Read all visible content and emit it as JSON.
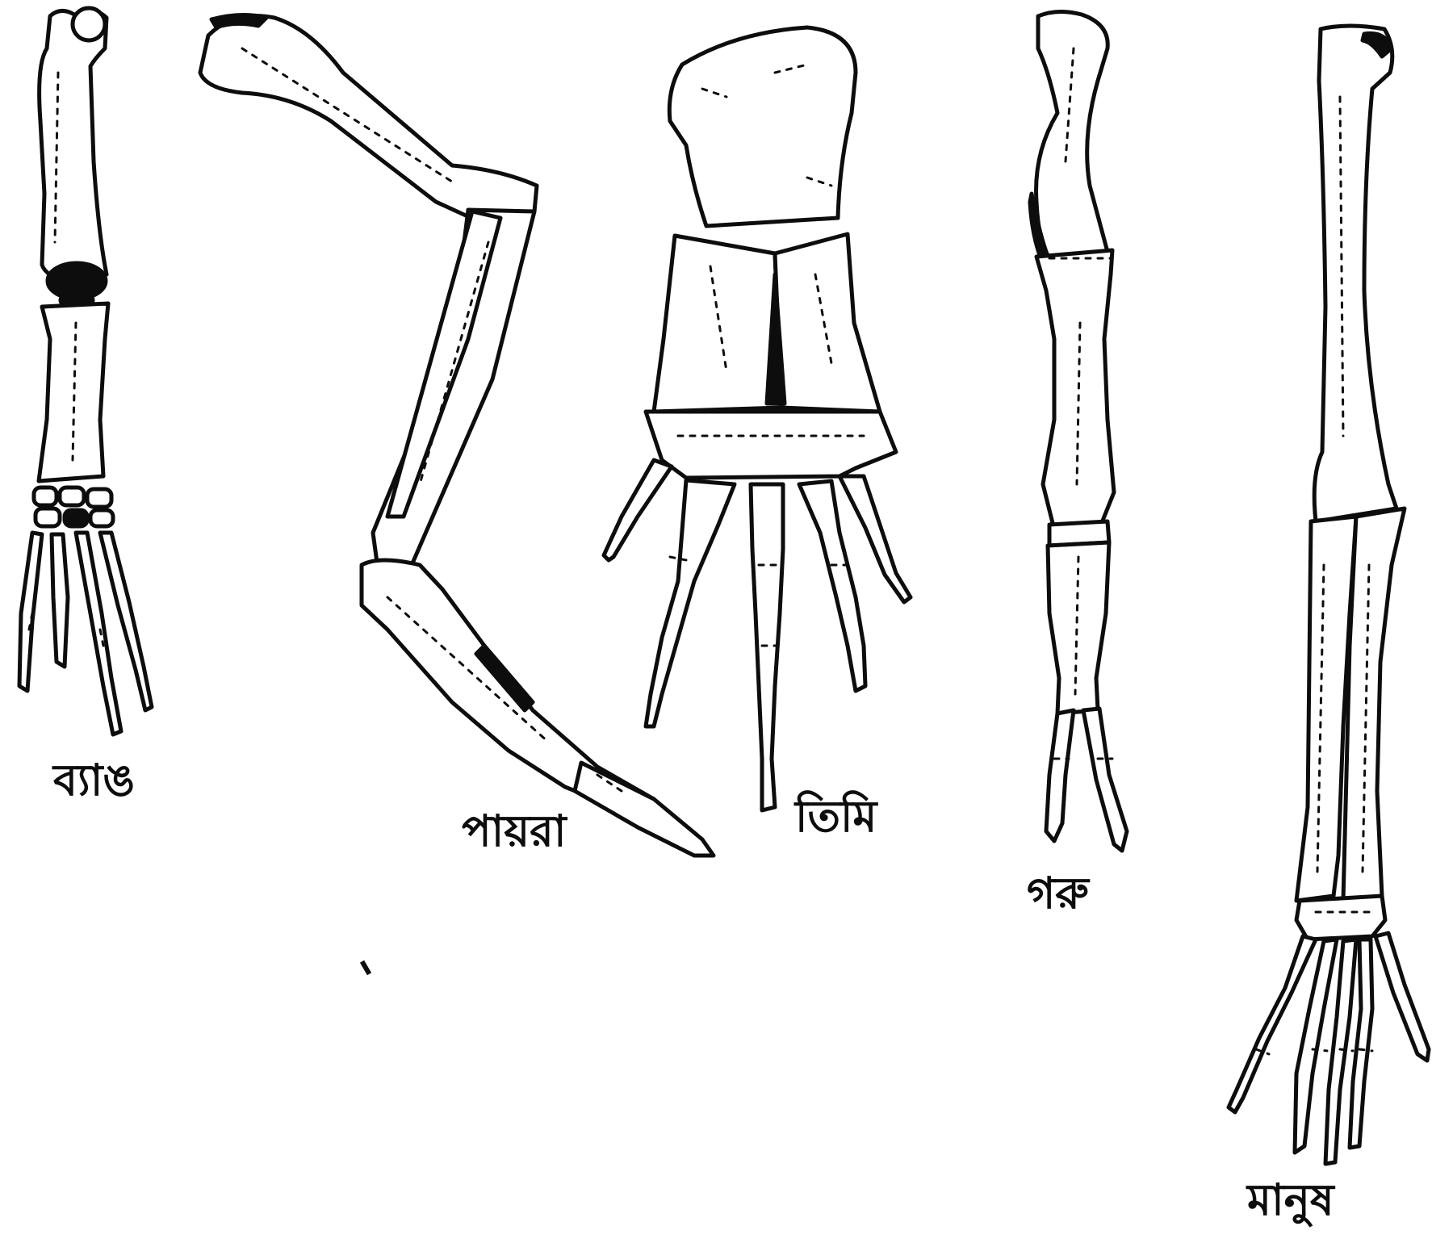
{
  "figure": {
    "labels": {
      "frog": "ব্যাঙ",
      "pigeon": "পায়রা",
      "whale": "তিমি",
      "cow": "গরু",
      "human": "মানুষ"
    },
    "line_color": "#0d0d0d",
    "background_color": "#ffffff"
  }
}
